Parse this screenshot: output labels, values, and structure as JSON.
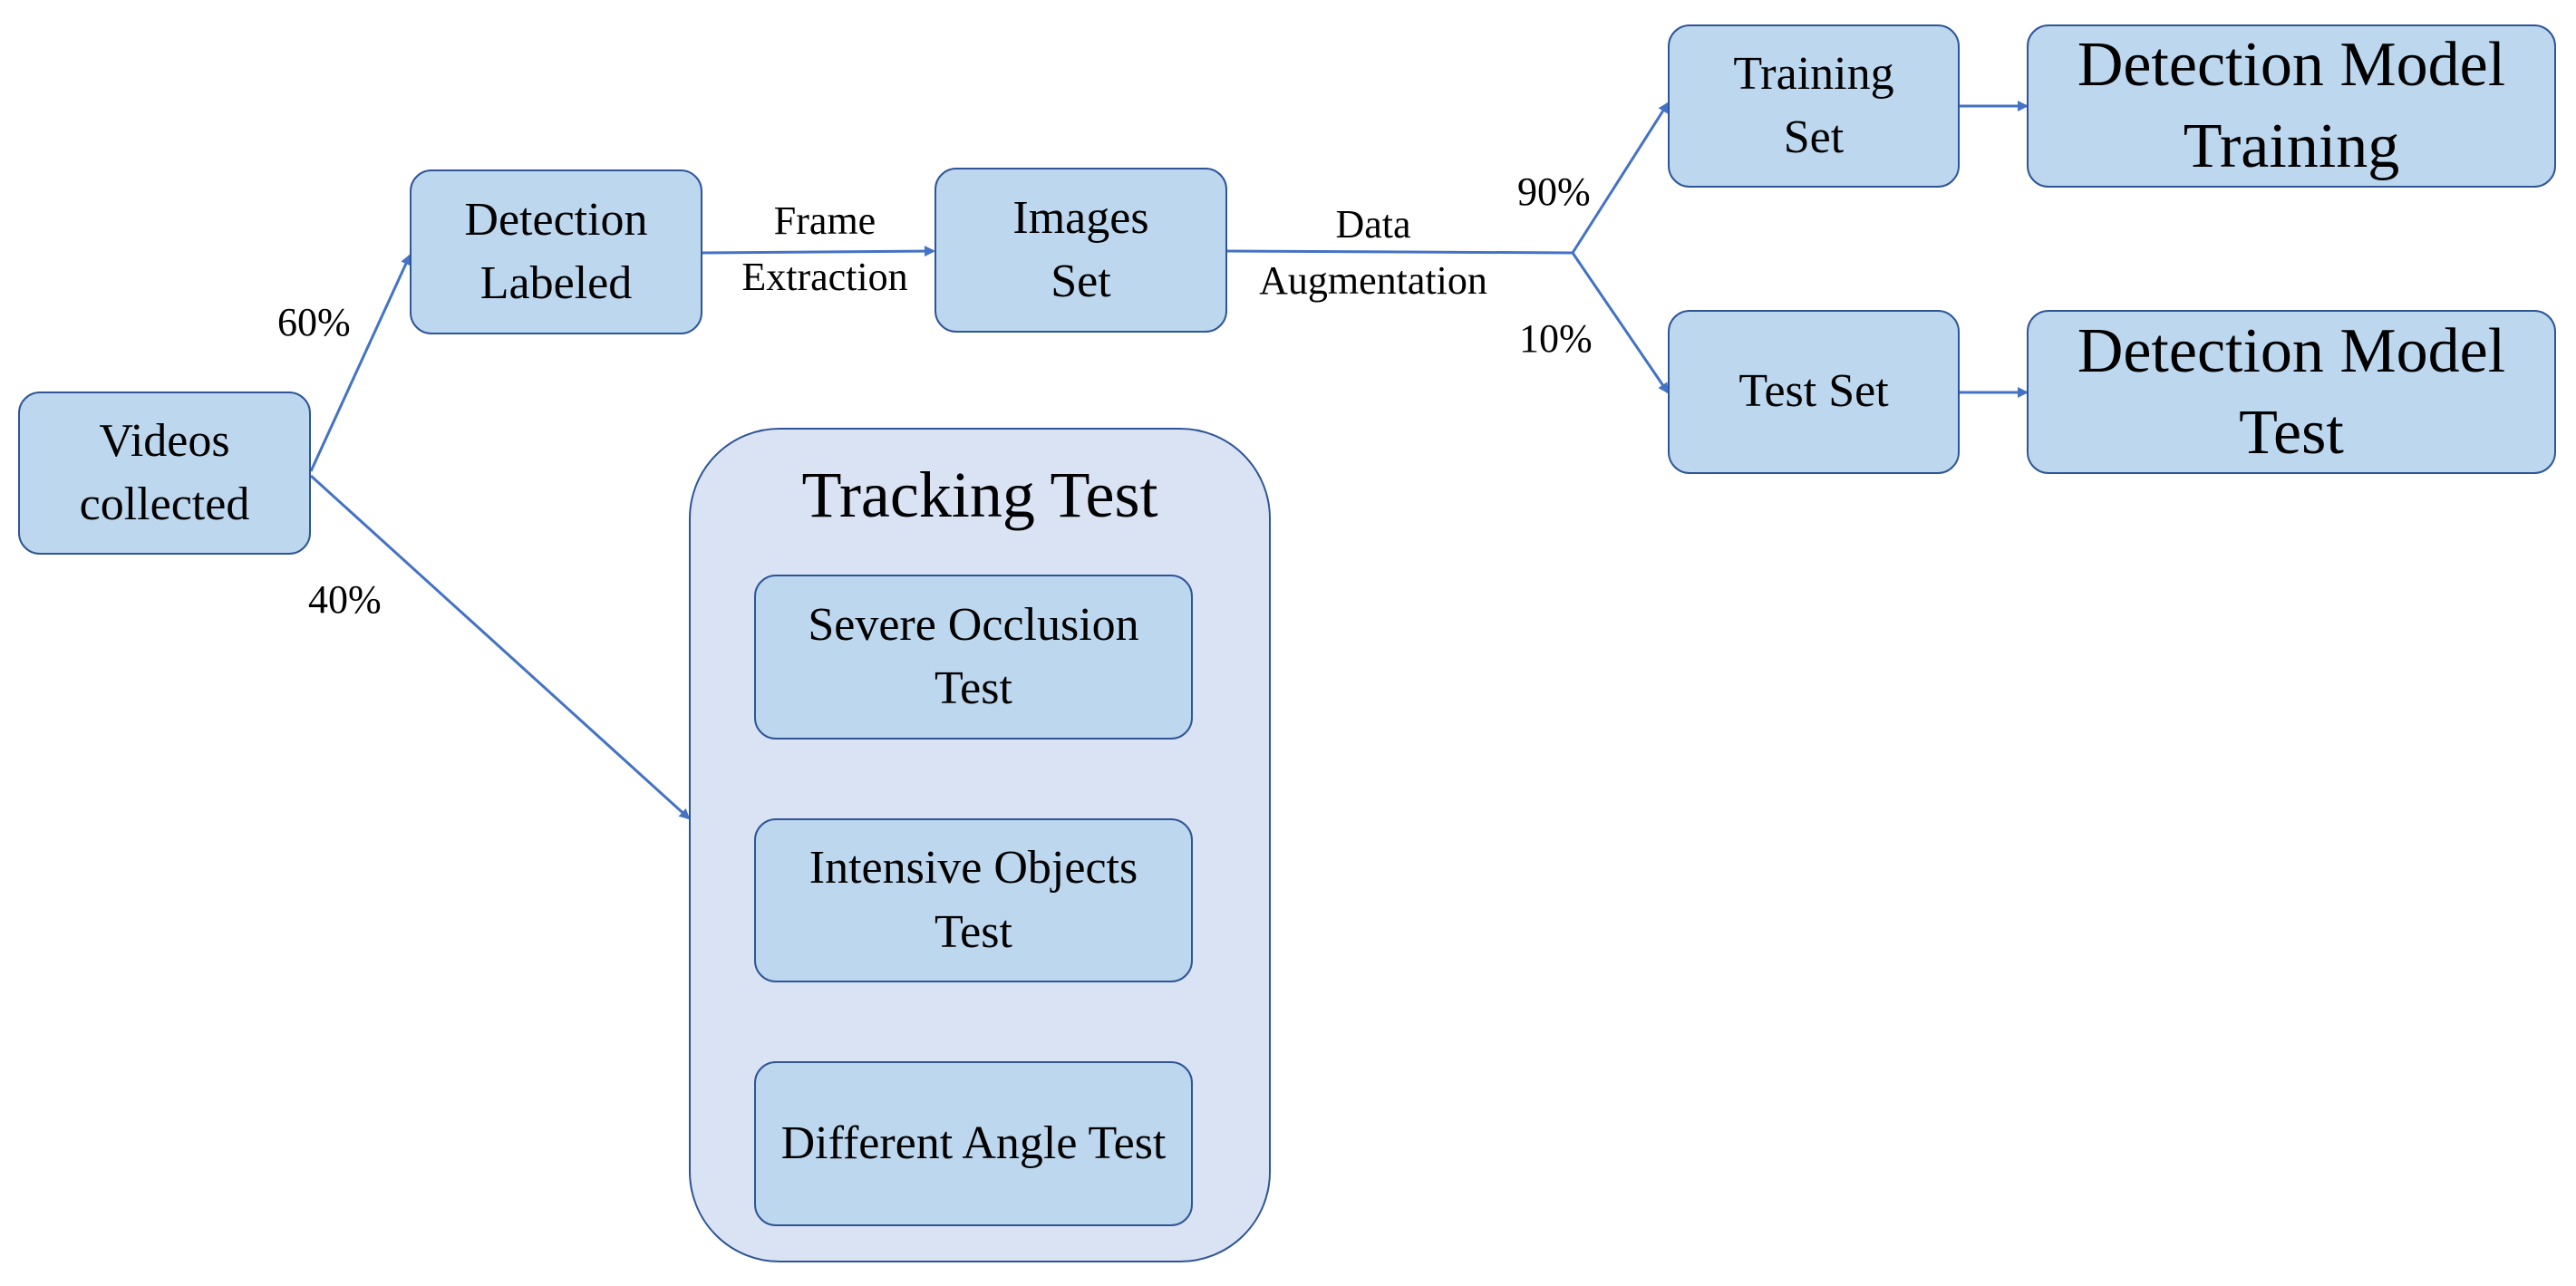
{
  "nodes": {
    "videos": "Videos collected",
    "detection_labeled": "Detection Labeled",
    "images_set": "Images Set",
    "training_set": "Training Set",
    "test_set": "Test Set",
    "detection_model_training": "Detection Model Training",
    "detection_model_test": "Detection Model Test"
  },
  "tracking_test": {
    "title": "Tracking Test",
    "items": [
      "Severe Occlusion Test",
      "Intensive Objects Test",
      "Different Angle Test"
    ]
  },
  "edge_labels": {
    "frame_extraction": [
      "Frame",
      "Extraction"
    ],
    "data_augmentation": [
      "Data",
      "Augmentation"
    ]
  },
  "splits": {
    "detection_share": "60%",
    "tracking_share": "40%",
    "training_share": "90%",
    "test_share": "10%"
  },
  "colors": {
    "box_fill": "#bdd7ee",
    "box_border": "#2f5597",
    "group_fill": "#dae3f3",
    "arrow": "#4472c4"
  }
}
